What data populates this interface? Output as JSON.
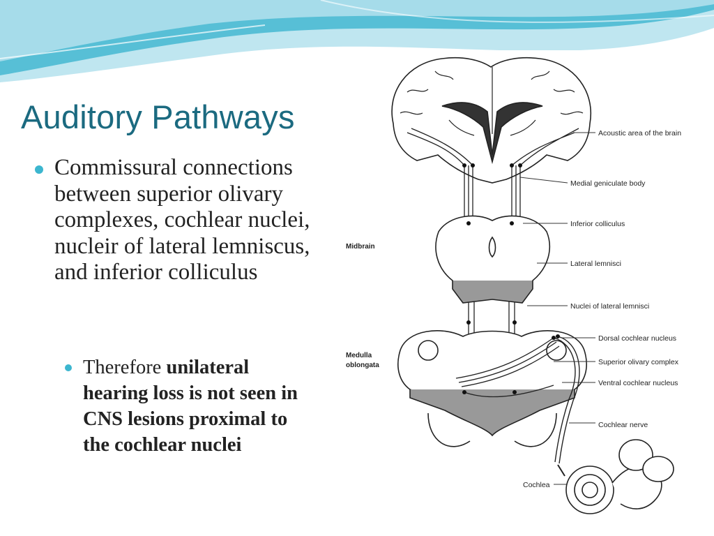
{
  "slide": {
    "title": "Auditory Pathways",
    "bullets": [
      {
        "text": "Commissural connections between superior olivary complexes, cochlear nuclei, nucleir of lateral lemniscus, and inferior colliculus"
      }
    ],
    "sub_bullets": [
      {
        "plain": "Therefore ",
        "bold": "unilateral hearing loss is not seen in CNS lesions proximal to the cochlear nuclei"
      }
    ]
  },
  "figure": {
    "labels": {
      "acoustic_area": "Acoustic area of the brain",
      "medial_geniculate": "Medial geniculate body",
      "inferior_colliculus": "Inferior colliculus",
      "lateral_lemnisci": "Lateral lemnisci",
      "nuclei_lateral_lemnisci": "Nuclei of lateral lemnisci",
      "dorsal_cochlear": "Dorsal cochlear nucleus",
      "superior_olivary": "Superior olivary complex",
      "ventral_cochlear": "Ventral cochlear nucleus",
      "cochlear_nerve": "Cochlear nerve",
      "cochlea": "Cochlea"
    },
    "regions": {
      "midbrain": "Midbrain",
      "medulla_line1": "Medulla",
      "medulla_line2": "oblongata"
    }
  },
  "theme": {
    "title_color": "#1b6a80",
    "bullet_color": "#3cb6cf",
    "wave_colors": [
      "#bfe6f0",
      "#57bfd6",
      "#a6dcea"
    ]
  }
}
